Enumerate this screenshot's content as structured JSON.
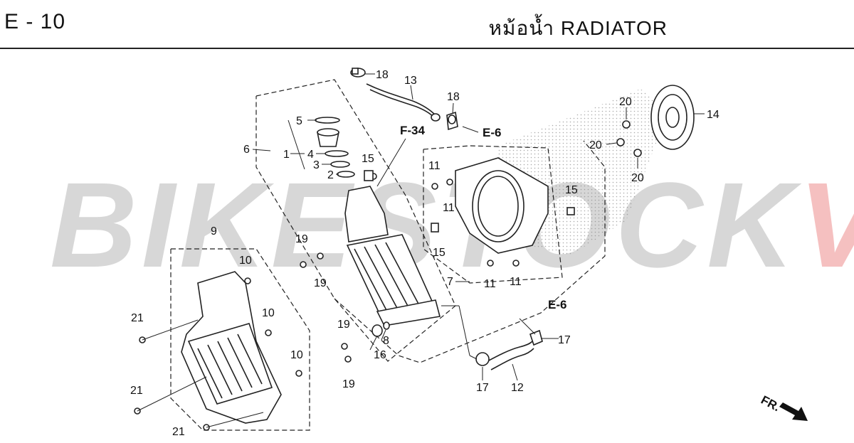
{
  "header": {
    "page_code": "E - 10",
    "title": "หม้อน้ำ  RADIATOR"
  },
  "watermark": {
    "part_a": "BIKESTOCK",
    "part_b": "VN"
  },
  "refs": {
    "f34": "F-34",
    "e6_top": "E-6",
    "e6_bottom": "E-6",
    "front": "FR."
  },
  "callouts": {
    "c1": "1",
    "c2": "2",
    "c3": "3",
    "c4": "4",
    "c5": "5",
    "c6": "6",
    "c7": "7",
    "c8": "8",
    "c9": "9",
    "c10a": "10",
    "c10b": "10",
    "c10c": "10",
    "c11a": "11",
    "c11b": "11",
    "c11c": "11",
    "c11d": "11",
    "c12": "12",
    "c13": "13",
    "c14": "14",
    "c15a": "15",
    "c15b": "15",
    "c15c": "15",
    "c16": "16",
    "c17a": "17",
    "c17b": "17",
    "c18a": "18",
    "c18b": "18",
    "c19a": "19",
    "c19b": "19",
    "c19c": "19",
    "c19d": "19",
    "c20a": "20",
    "c20b": "20",
    "c20c": "20",
    "c21a": "21",
    "c21b": "21",
    "c21c": "21"
  }
}
